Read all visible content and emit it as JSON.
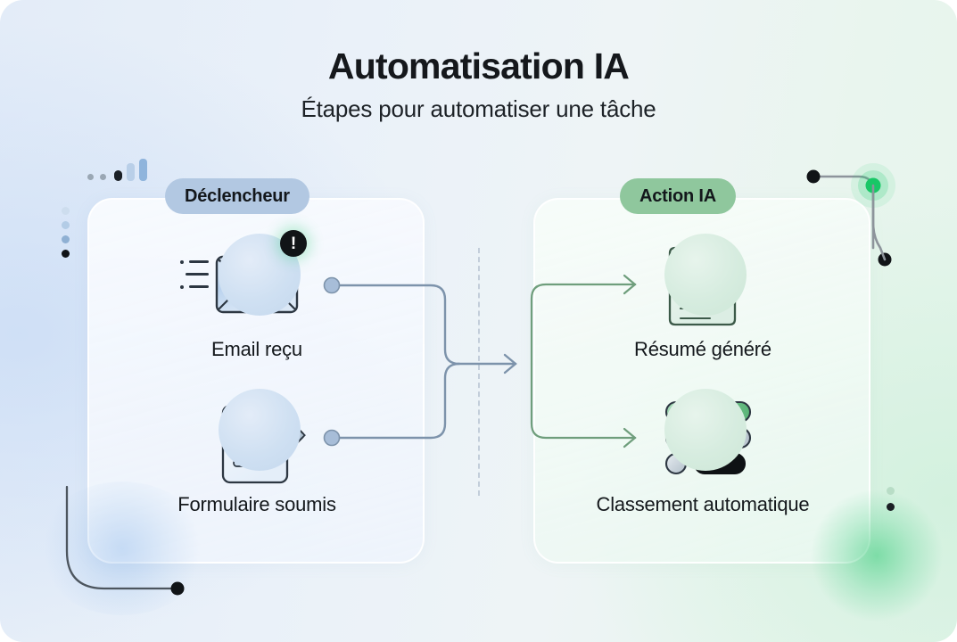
{
  "header": {
    "title": "Automatisation IA",
    "subtitle": "Étapes pour automatiser une tâche"
  },
  "panels": {
    "left": {
      "badge": "Déclencheur",
      "badge_color": "#b2c8e2"
    },
    "right": {
      "badge": "Action IA",
      "badge_color": "#8fc79d"
    }
  },
  "nodes": {
    "trigger": [
      {
        "id": "email-recu",
        "label": "Email reçu",
        "icon": "email-alert-icon",
        "accent": "#c4d8ee"
      },
      {
        "id": "formulaire-soumis",
        "label": "Formulaire soumis",
        "icon": "form-pencil-icon",
        "accent": "#c4d8ee"
      }
    ],
    "action": [
      {
        "id": "resume-genere",
        "label": "Résumé généré",
        "icon": "document-lines-icon",
        "accent": "#cde7d7"
      },
      {
        "id": "classement-automatique",
        "label": "Classement automatique",
        "icon": "classification-list-icon",
        "accent": "#cde7d7"
      }
    ]
  },
  "connectors": {
    "trigger_line_color": "#7d93ab",
    "action_line_color": "#6f9e7c",
    "divider_color": "#c3ceda",
    "merge_arrow": "arrow-right-icon",
    "branch_arrows": [
      "arrow-right-icon",
      "arrow-right-icon"
    ]
  },
  "decorations": {
    "bar_chart_colors": [
      "#9aa7b4",
      "#9aa7b4",
      "#1b2026",
      "#b9cfe8",
      "#8fb4dc"
    ],
    "dot_column_colors": [
      "#cdddee",
      "#b3cce6",
      "#8fb0d3",
      "#111417"
    ],
    "top_right_nodes": [
      "#111417",
      "#18c766",
      "#111417"
    ],
    "bottom_right_dots": [
      "#b8ddc6",
      "#1a1f24"
    ],
    "glow_green": "#3ccd7d",
    "glow_blue": "#78aae6"
  },
  "background": {
    "gradient_start": "#e3ecf8",
    "gradient_end": "#e6f5ec"
  }
}
